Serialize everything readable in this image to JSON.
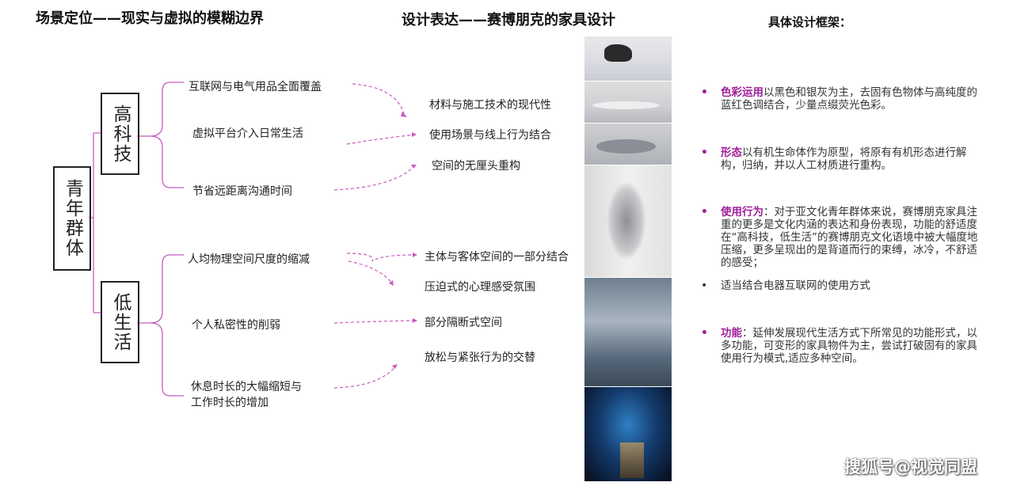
{
  "titles": {
    "left": "场景定位——现实与虚拟的模糊边界",
    "middle": "设计表达——赛博朋克的家具设计",
    "right": "具体设计框架："
  },
  "root": "青年群体",
  "groups": [
    {
      "label": "高科技",
      "causes": [
        "互联网与电气用品全面覆盖",
        "虚拟平台介入日常生活",
        "节省远距离沟通时间"
      ],
      "effects": [
        "材料与施工技术的现代性",
        "使用场景与线上行为结合",
        "空间的无厘头重构"
      ]
    },
    {
      "label": "低生活",
      "causes": [
        "人均物理空间尺度的缩减",
        "个人私密性的削弱",
        "休息时长的大幅缩短与",
        "工作时长的增加"
      ],
      "effects": [
        "主体与客体空间的一部分结合",
        "压迫式的心理感受氛围",
        "部分隔断式空间",
        "放松与紧张行为的交替"
      ]
    }
  ],
  "framework": [
    {
      "key": "色彩运用",
      "text": "以黑色和银灰为主，去固有色物体与高纯度的蓝红色调结合，少量点缀荧光色彩。"
    },
    {
      "key": "形态",
      "text": "以有机生命体作为原型，将原有有机形态进行解构，归纳，并以人工材质进行重构。"
    },
    {
      "key": "使用行为",
      "text": "：对于亚文化青年群体来说，赛博朋克家具注重的更多是文化内涵的表达和身份表现，功能的舒适度在“高科技，低生活”的赛博朋克文化语境中被大幅度地压缩，更多呈现出的是背道而行的束缚，冰冷，不舒适的感受；"
    },
    {
      "key": "",
      "text": "适当结合电器互联网的使用方式"
    },
    {
      "key": "功能",
      "text": "：延伸发展现代生活方式下所常见的功能形式，以多功能，可变形的家具物件为主，尝试打破固有的家具使用行为模式,适应多种空间。"
    }
  ],
  "bullet": "•",
  "watermark": "搜狐号@视觉同盟",
  "colors": {
    "accent": "#a0209a",
    "line": "#c85ac0"
  }
}
